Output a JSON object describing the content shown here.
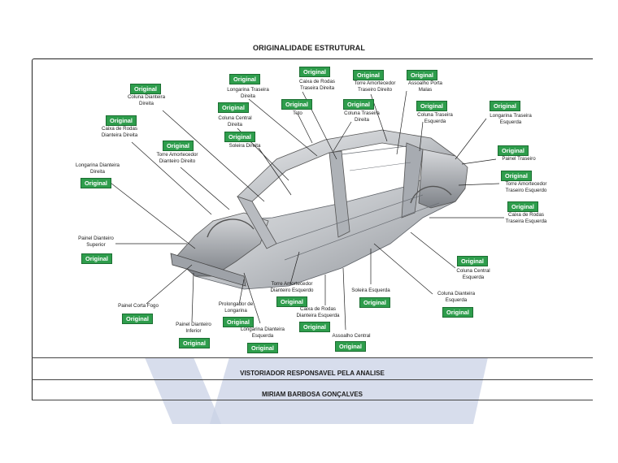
{
  "header": {
    "title": "ORIGINALIDADE ESTRUTURAL"
  },
  "footer": {
    "inspector_heading": "VISTORIADOR RESPONSAVEL PELA ANALISE",
    "inspector_name": "MIRIAM BARBOSA GONÇALVES"
  },
  "colors": {
    "badge_green": "#2e9d4c",
    "watermark_blue": "#c9d2e6"
  },
  "parts": [
    {
      "label": "Coluna Dianteira\nDireita",
      "status": "Original"
    },
    {
      "label": "Caixa de Rodas\nDianteira Direita",
      "status": "Original"
    },
    {
      "label": "Torre Amortecedor\nDianteiro Direito",
      "status": "Original"
    },
    {
      "label": "Longarina Dianteira\nDireita",
      "status": "Original"
    },
    {
      "label": "Painel Dianteiro\nSuperior",
      "status": "Original"
    },
    {
      "label": "Painel Corta Fogo",
      "status": "Original"
    },
    {
      "label": "Painel Dianteiro\nInferior",
      "status": "Original"
    },
    {
      "label": "Prolongador de\nLongarina",
      "status": "Original"
    },
    {
      "label": "Longarina Dianteira\nEsquerda",
      "status": "Original"
    },
    {
      "label": "Torre Amortecedor\nDianteiro Esquerdo",
      "status": "Original"
    },
    {
      "label": "Caixa de Rodas\nDianteira Esquerda",
      "status": "Original"
    },
    {
      "label": "Assoalho Central",
      "status": "Original"
    },
    {
      "label": "Soleira Esquerda",
      "status": "Original"
    },
    {
      "label": "Coluna Dianteira\nEsquerda",
      "status": "Original"
    },
    {
      "label": "Coluna Central\nEsquerda",
      "status": "Original"
    },
    {
      "label": "Caixa de Rodas\nTraseira Esquerda",
      "status": "Original"
    },
    {
      "label": "Torre Amortecedor\nTraseiro Esquerdo",
      "status": "Original"
    },
    {
      "label": "Painel Traseiro",
      "status": "Original"
    },
    {
      "label": "Longarina Traseira\nEsquerda",
      "status": "Original"
    },
    {
      "label": "Coluna Traseira\nEsquerda",
      "status": "Original"
    },
    {
      "label": "Assoalho Porta\nMalas",
      "status": "Original"
    },
    {
      "label": "Torre Amortecedor\nTraseiro Direito",
      "status": "Original"
    },
    {
      "label": "Coluna Traseira\nDireita",
      "status": "Original"
    },
    {
      "label": "Caixa de Rodas\nTraseira Direita",
      "status": "Original"
    },
    {
      "label": "Teto",
      "status": "Original"
    },
    {
      "label": "Longarina Traseira\nDireita",
      "status": "Original"
    },
    {
      "label": "Coluna Central\nDireita",
      "status": "Original"
    },
    {
      "label": "Soleira Direita",
      "status": "Original"
    }
  ]
}
